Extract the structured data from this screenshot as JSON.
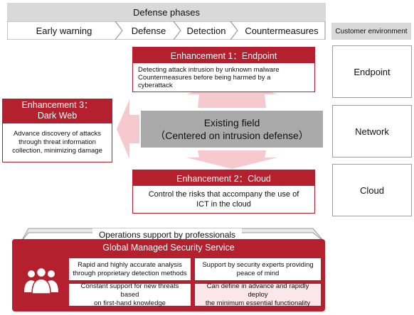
{
  "header": {
    "phases_title": "Defense phases",
    "phases": [
      "Early warning",
      "Defense",
      "Detection",
      "Countermeasures"
    ],
    "customer_env": "Customer environment"
  },
  "environment": [
    "Endpoint",
    "Network",
    "Cloud"
  ],
  "enh1": {
    "title": "Enhancement 1：Endpoint",
    "line1": "Detecting attack intrusion by unknown malware",
    "line2": "Countermeasures before being harmed by a",
    "line3": "cyberattack"
  },
  "enh3": {
    "title_line1": "Enhancement 3：",
    "title_line2": "Dark Web",
    "line1": "Advance discovery of attacks",
    "line2": "through threat information",
    "line3": "collection, minimizing damage"
  },
  "existing": {
    "line1": "Existing field",
    "line2": "（Centered on intrusion defense）"
  },
  "enh2": {
    "title": "Enhancement 2：Cloud",
    "line1": "Control the risks that accompany the use of",
    "line2": "ICT in the cloud"
  },
  "ops": "Operations support by professionals",
  "gmss": {
    "title": "Global Managed Security Service",
    "c1a": "Rapid and highly accurate analysis",
    "c1b": "through proprietary detection methods",
    "c2a": "Support by security experts providing",
    "c2b": "peace of mind",
    "c3a": "Constant support for new threats based",
    "c3b": "on first-hand knowledge",
    "c4a": "Can define in advance and rapidly deploy",
    "c4b": "the minimum essential functionality"
  },
  "colors": {
    "accent": "#b5202e",
    "gray": "#aaaaaa",
    "pink": "#f6c9cf"
  }
}
